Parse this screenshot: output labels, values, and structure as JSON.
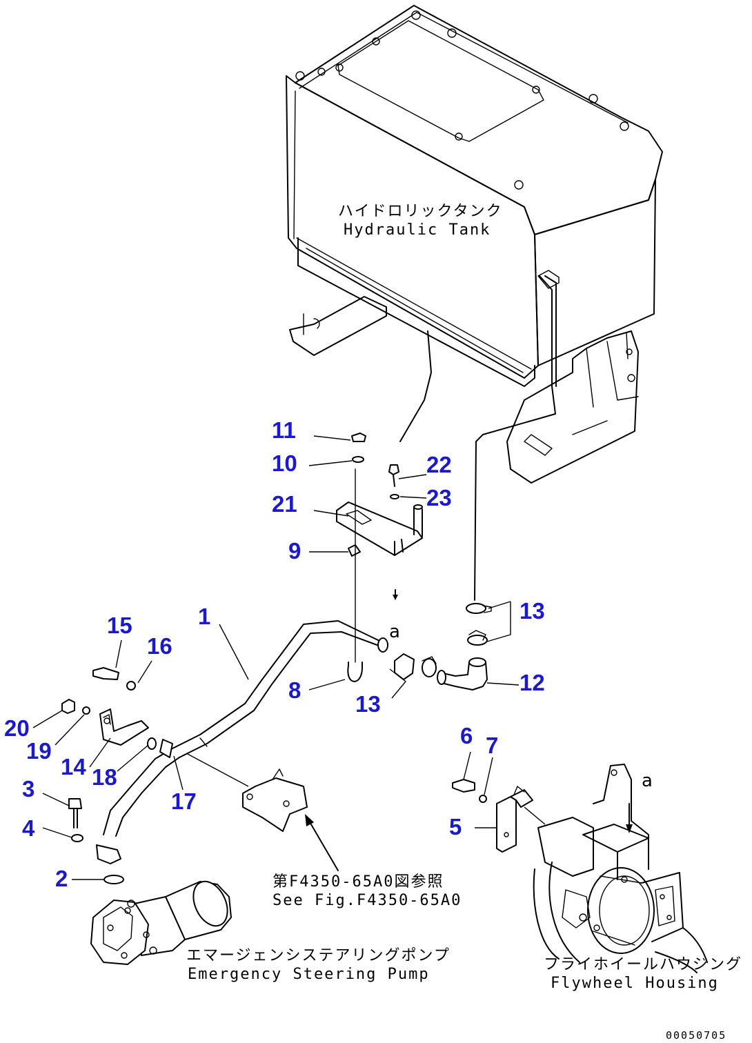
{
  "colors": {
    "callout": "#1a1acc",
    "line": "#000000",
    "background": "#ffffff"
  },
  "labels": {
    "hydraulic_tank_jp": "ハイドロリックタンク",
    "hydraulic_tank_en": "Hydraulic Tank",
    "see_fig_jp": "第F4350-65A0図参照",
    "see_fig_en": "See Fig.F4350-65A0",
    "pump_jp": "エマージェンシステアリングポンプ",
    "pump_en": "Emergency Steering Pump",
    "flywheel_jp": "フライホイールハウジング",
    "flywheel_en": "Flywheel Housing",
    "ref_mark": "a",
    "drawing_code": "00050705"
  },
  "callouts": {
    "n1": "1",
    "n2": "2",
    "n3": "3",
    "n4": "4",
    "n5": "5",
    "n6": "6",
    "n7": "7",
    "n8": "8",
    "n9": "9",
    "n10": "10",
    "n11": "11",
    "n12": "12",
    "n13a": "13",
    "n13b": "13",
    "n14": "14",
    "n15": "15",
    "n16": "16",
    "n17": "17",
    "n18": "18",
    "n19": "19",
    "n20": "20",
    "n21": "21",
    "n22": "22",
    "n23": "23"
  }
}
